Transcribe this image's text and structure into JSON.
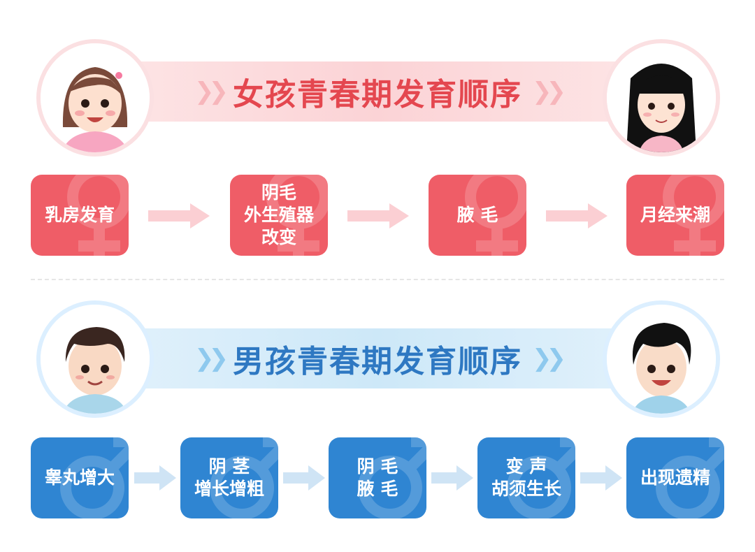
{
  "girl": {
    "title": "女孩青春期发育顺序",
    "steps": [
      {
        "lines": [
          "乳房发育"
        ]
      },
      {
        "lines": [
          "阴毛",
          "外生殖器",
          "改变"
        ]
      },
      {
        "lines": [
          "腋 毛"
        ]
      },
      {
        "lines": [
          "月经来潮"
        ]
      }
    ],
    "color": "#ef5d67"
  },
  "boy": {
    "title": "男孩青春期发育顺序",
    "steps": [
      {
        "lines": [
          "睾丸增大"
        ]
      },
      {
        "lines": [
          "阴 茎",
          "增长增粗"
        ]
      },
      {
        "lines": [
          "阴 毛",
          "腋 毛"
        ]
      },
      {
        "lines": [
          "变 声",
          "胡须生长"
        ]
      },
      {
        "lines": [
          "出现遗精"
        ]
      }
    ],
    "color": "#2f85d2"
  }
}
